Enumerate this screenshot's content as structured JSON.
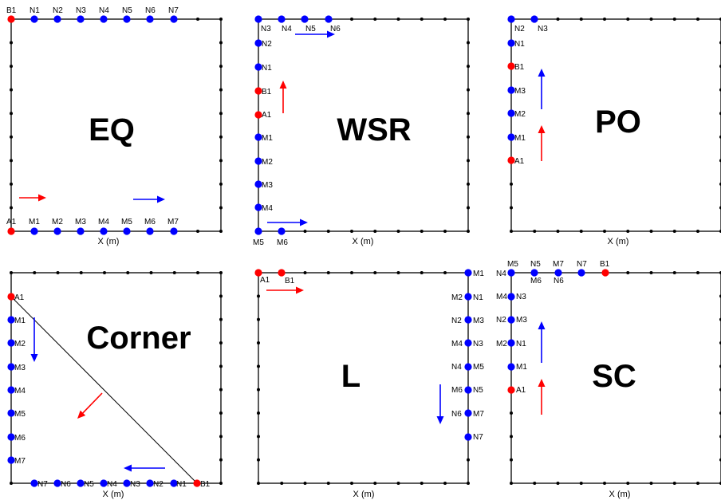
{
  "colors": {
    "frame": "#000000",
    "blue": "#0000ff",
    "red": "#ff0000"
  },
  "panels": [
    {
      "id": "eq",
      "title": "EQ",
      "xlabel": "X (m)",
      "labels": [
        {
          "t": "B1"
        },
        {
          "t": "N1"
        },
        {
          "t": "N2"
        },
        {
          "t": "N3"
        },
        {
          "t": "N4"
        },
        {
          "t": "N5"
        },
        {
          "t": "N6"
        },
        {
          "t": "N7"
        },
        {
          "t": "A1"
        },
        {
          "t": "M1"
        },
        {
          "t": "M2"
        },
        {
          "t": "M3"
        },
        {
          "t": "M4"
        },
        {
          "t": "M5"
        },
        {
          "t": "M6"
        },
        {
          "t": "M7"
        }
      ],
      "arrows": [
        {
          "color": "red",
          "dir": "right"
        },
        {
          "color": "blue",
          "dir": "right"
        }
      ]
    },
    {
      "id": "wsr",
      "title": "WSR",
      "xlabel": "X (m)",
      "labels": [
        {
          "t": "N3"
        },
        {
          "t": "N4"
        },
        {
          "t": "N5"
        },
        {
          "t": "N6"
        },
        {
          "t": "N2"
        },
        {
          "t": "N1"
        },
        {
          "t": "B1"
        },
        {
          "t": "A1"
        },
        {
          "t": "M1"
        },
        {
          "t": "M2"
        },
        {
          "t": "M3"
        },
        {
          "t": "M4"
        },
        {
          "t": "M5"
        },
        {
          "t": "M6"
        }
      ],
      "arrows": [
        {
          "color": "blue",
          "dir": "right"
        },
        {
          "color": "red",
          "dir": "up"
        },
        {
          "color": "blue",
          "dir": "right"
        }
      ]
    },
    {
      "id": "po",
      "title": "PO",
      "xlabel": "X (m)",
      "labels": [
        {
          "t": "N2"
        },
        {
          "t": "N3"
        },
        {
          "t": "N1"
        },
        {
          "t": "B1"
        },
        {
          "t": "M3"
        },
        {
          "t": "M2"
        },
        {
          "t": "M1"
        },
        {
          "t": "A1"
        }
      ],
      "arrows": [
        {
          "color": "blue",
          "dir": "up"
        },
        {
          "color": "red",
          "dir": "up"
        }
      ]
    },
    {
      "id": "corner",
      "title": "Corner",
      "xlabel": "X (m)",
      "labels": [
        {
          "t": "A1"
        },
        {
          "t": "M1"
        },
        {
          "t": "M2"
        },
        {
          "t": "M3"
        },
        {
          "t": "M4"
        },
        {
          "t": "M5"
        },
        {
          "t": "M6"
        },
        {
          "t": "M7"
        },
        {
          "t": "N7"
        },
        {
          "t": "N6"
        },
        {
          "t": "N5"
        },
        {
          "t": "N4"
        },
        {
          "t": "N3"
        },
        {
          "t": "N2"
        },
        {
          "t": "N1"
        },
        {
          "t": "B1"
        }
      ],
      "arrows": [
        {
          "color": "blue",
          "dir": "down"
        },
        {
          "color": "red",
          "dir": "down-left"
        },
        {
          "color": "blue",
          "dir": "left"
        }
      ]
    },
    {
      "id": "l",
      "title": "L",
      "xlabel": "X (m)",
      "labels": [
        {
          "t": "A1"
        },
        {
          "t": "B1"
        },
        {
          "t": "M1"
        },
        {
          "t": "M2"
        },
        {
          "t": "N1"
        },
        {
          "t": "N2"
        },
        {
          "t": "M3"
        },
        {
          "t": "M4"
        },
        {
          "t": "N3"
        },
        {
          "t": "N4"
        },
        {
          "t": "M5"
        },
        {
          "t": "M6"
        },
        {
          "t": "N5"
        },
        {
          "t": "N6"
        },
        {
          "t": "M7"
        },
        {
          "t": "N7"
        }
      ],
      "arrows": [
        {
          "color": "red",
          "dir": "right"
        },
        {
          "color": "blue",
          "dir": "down"
        }
      ]
    },
    {
      "id": "sc",
      "title": "SC",
      "xlabel": "X (m)",
      "labels": [
        {
          "t": "M5"
        },
        {
          "t": "N5"
        },
        {
          "t": "M7"
        },
        {
          "t": "N7"
        },
        {
          "t": "B1"
        },
        {
          "t": "N4"
        },
        {
          "t": "M6"
        },
        {
          "t": "N6"
        },
        {
          "t": "M4"
        },
        {
          "t": "N3"
        },
        {
          "t": "N2"
        },
        {
          "t": "M3"
        },
        {
          "t": "M2"
        },
        {
          "t": "N1"
        },
        {
          "t": "M1"
        },
        {
          "t": "A1"
        }
      ],
      "arrows": [
        {
          "color": "blue",
          "dir": "up"
        },
        {
          "color": "red",
          "dir": "up"
        }
      ]
    }
  ]
}
